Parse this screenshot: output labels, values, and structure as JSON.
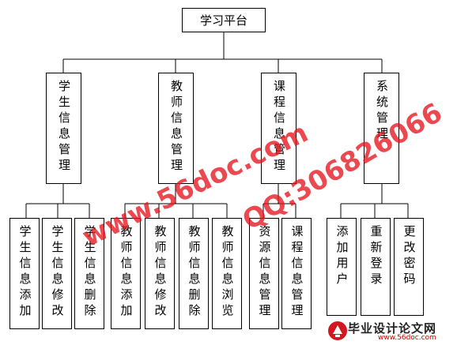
{
  "root": {
    "label": "学习平台"
  },
  "modules": [
    {
      "label": "学生信息管理"
    },
    {
      "label": "教师信息管理"
    },
    {
      "label": "课程信息管理"
    },
    {
      "label": "系统管理"
    }
  ],
  "leaves": [
    {
      "label": "学生信息添加"
    },
    {
      "label": "学生信息修改"
    },
    {
      "label": "学生信息删除"
    },
    {
      "label": "教师信息添加"
    },
    {
      "label": "教师信息修改"
    },
    {
      "label": "教师信息删除"
    },
    {
      "label": "教师信息浏览"
    },
    {
      "label": "资源信息管理"
    },
    {
      "label": "课程信息管理"
    },
    {
      "label": "添加用户"
    },
    {
      "label": "重新登录"
    },
    {
      "label": "更改密码"
    }
  ],
  "watermark": {
    "site": "www.56doc.com",
    "qq": "QQ:306826066",
    "color": "#e6141e"
  },
  "logo": {
    "title": "毕业设计论文网",
    "url": "www.56doc.com"
  }
}
